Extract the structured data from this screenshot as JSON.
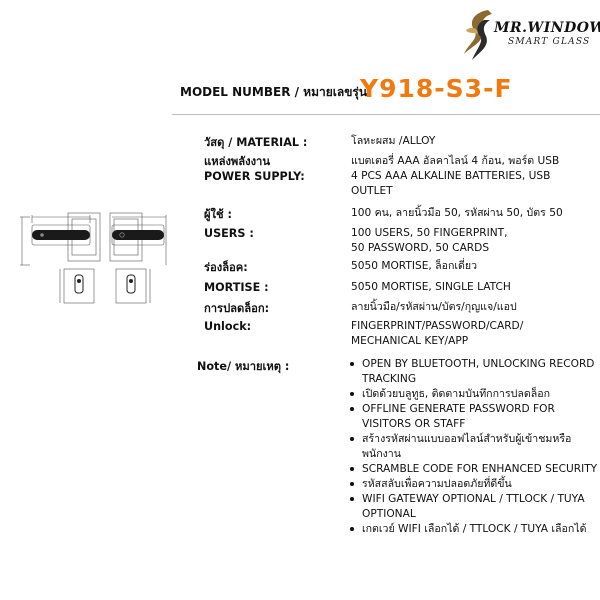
{
  "brand": {
    "line1": "MR.WINDOW",
    "line2": "SMART GLASS"
  },
  "model": {
    "label": "MODEL NUMBER / หมายเลขรุ่น:",
    "number": "Y918-S3-F"
  },
  "specs": {
    "material": {
      "label": "วัสดุ / MATERIAL :",
      "value": "โลหะผสม /ALLOY"
    },
    "power": {
      "label_th": "แหล่งพลังงาน",
      "label_en": "POWER SUPPLY:",
      "value_th": "แบตเตอรี่ AAA อัลคาไลน์ 4 ก้อน, พอร์ต USB",
      "value_en1": "4 PCS AAA ALKALINE BATTERIES, USB",
      "value_en2": "OUTLET"
    },
    "users": {
      "label_th": "ผู้ใช้ :",
      "label_en": "USERS :",
      "value_th": "100 คน, ลายนิ้วมือ 50, รหัสผ่าน 50, บัตร 50",
      "value_en1": "100 USERS, 50 FINGERPRINT,",
      "value_en2": "50 PASSWORD, 50 CARDS"
    },
    "mortise": {
      "label_th": "ร่องล็อค:",
      "label_en": "MORTISE :",
      "value_th": "5050 MORTISE, ล็อกเดี่ยว",
      "value_en": "5050 MORTISE, SINGLE LATCH"
    },
    "unlock": {
      "label_th": "การปลดล็อก:",
      "label_en": "Unlock:",
      "value_th": "ลายนิ้วมือ/รหัสผ่าน/บัตร/กุญแจ/แอป",
      "value_en1": "FINGERPRINT/PASSWORD/CARD/",
      "value_en2": "MECHANICAL KEY/APP"
    }
  },
  "note": {
    "label": "Note/ หมายเหตุ :",
    "items": [
      "OPEN BY BLUETOOTH, UNLOCKING RECORD TRACKING",
      "เปิดด้วยบลูทูธ, ติดตามบันทึกการปลดล็อก",
      "OFFLINE GENERATE PASSWORD FOR VISITORS OR STAFF",
      "สร้างรหัสผ่านแบบออฟไลน์สำหรับผู้เข้าชมหรือพนักงาน",
      "SCRAMBLE CODE FOR ENHANCED SECURITY",
      "รหัสสลับเพื่อความปลอดภัยที่ดีขึ้น",
      "WIFI GATEWAY OPTIONAL / TTLOCK / TUYA OPTIONAL",
      "เกตเวย์ WIFI เลือกได้ / TTLOCK / TUYA เลือกได้"
    ]
  },
  "colors": {
    "accent": "#f07a0f"
  },
  "icons": {
    "logo": "mr-window-swirl-logo",
    "drawing": "lock-technical-drawing"
  }
}
